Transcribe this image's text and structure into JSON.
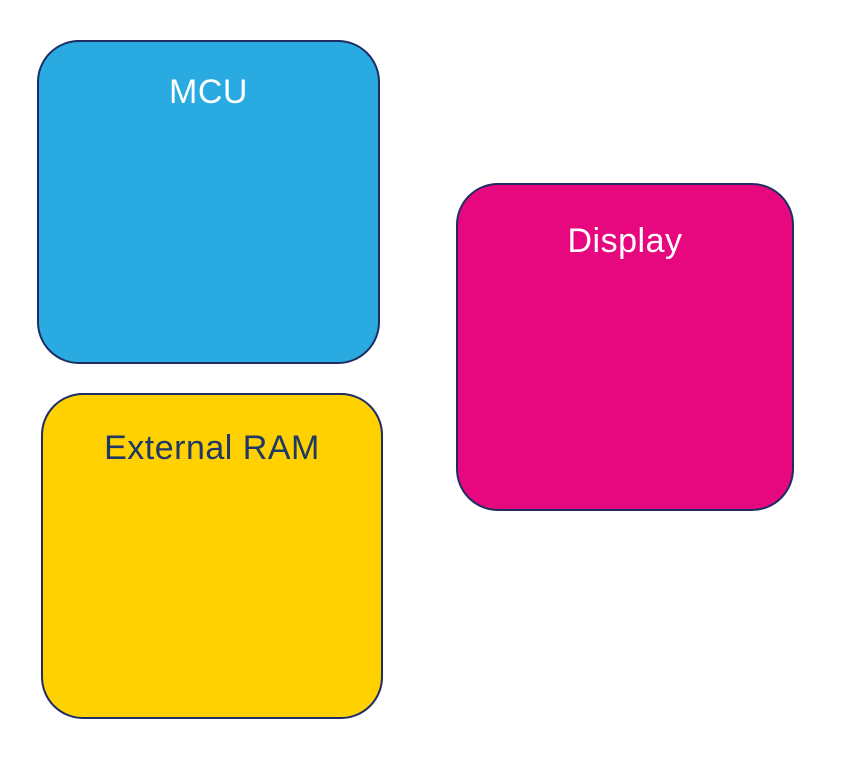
{
  "diagram": {
    "background_color": "#ffffff",
    "border_color": "#1e2e63",
    "nodes": [
      {
        "id": "mcu",
        "label": "MCU",
        "fill": "#29abe2",
        "text_color": "#ffffff",
        "border_color": "#1e2e63"
      },
      {
        "id": "display",
        "label": "Display",
        "fill": "#e7077f",
        "text_color": "#ffffff",
        "border_color": "#1e2e63"
      },
      {
        "id": "external-ram",
        "label": "External RAM",
        "fill": "#ffd100",
        "text_color": "#1f3864",
        "border_color": "#1e2e63"
      }
    ]
  }
}
